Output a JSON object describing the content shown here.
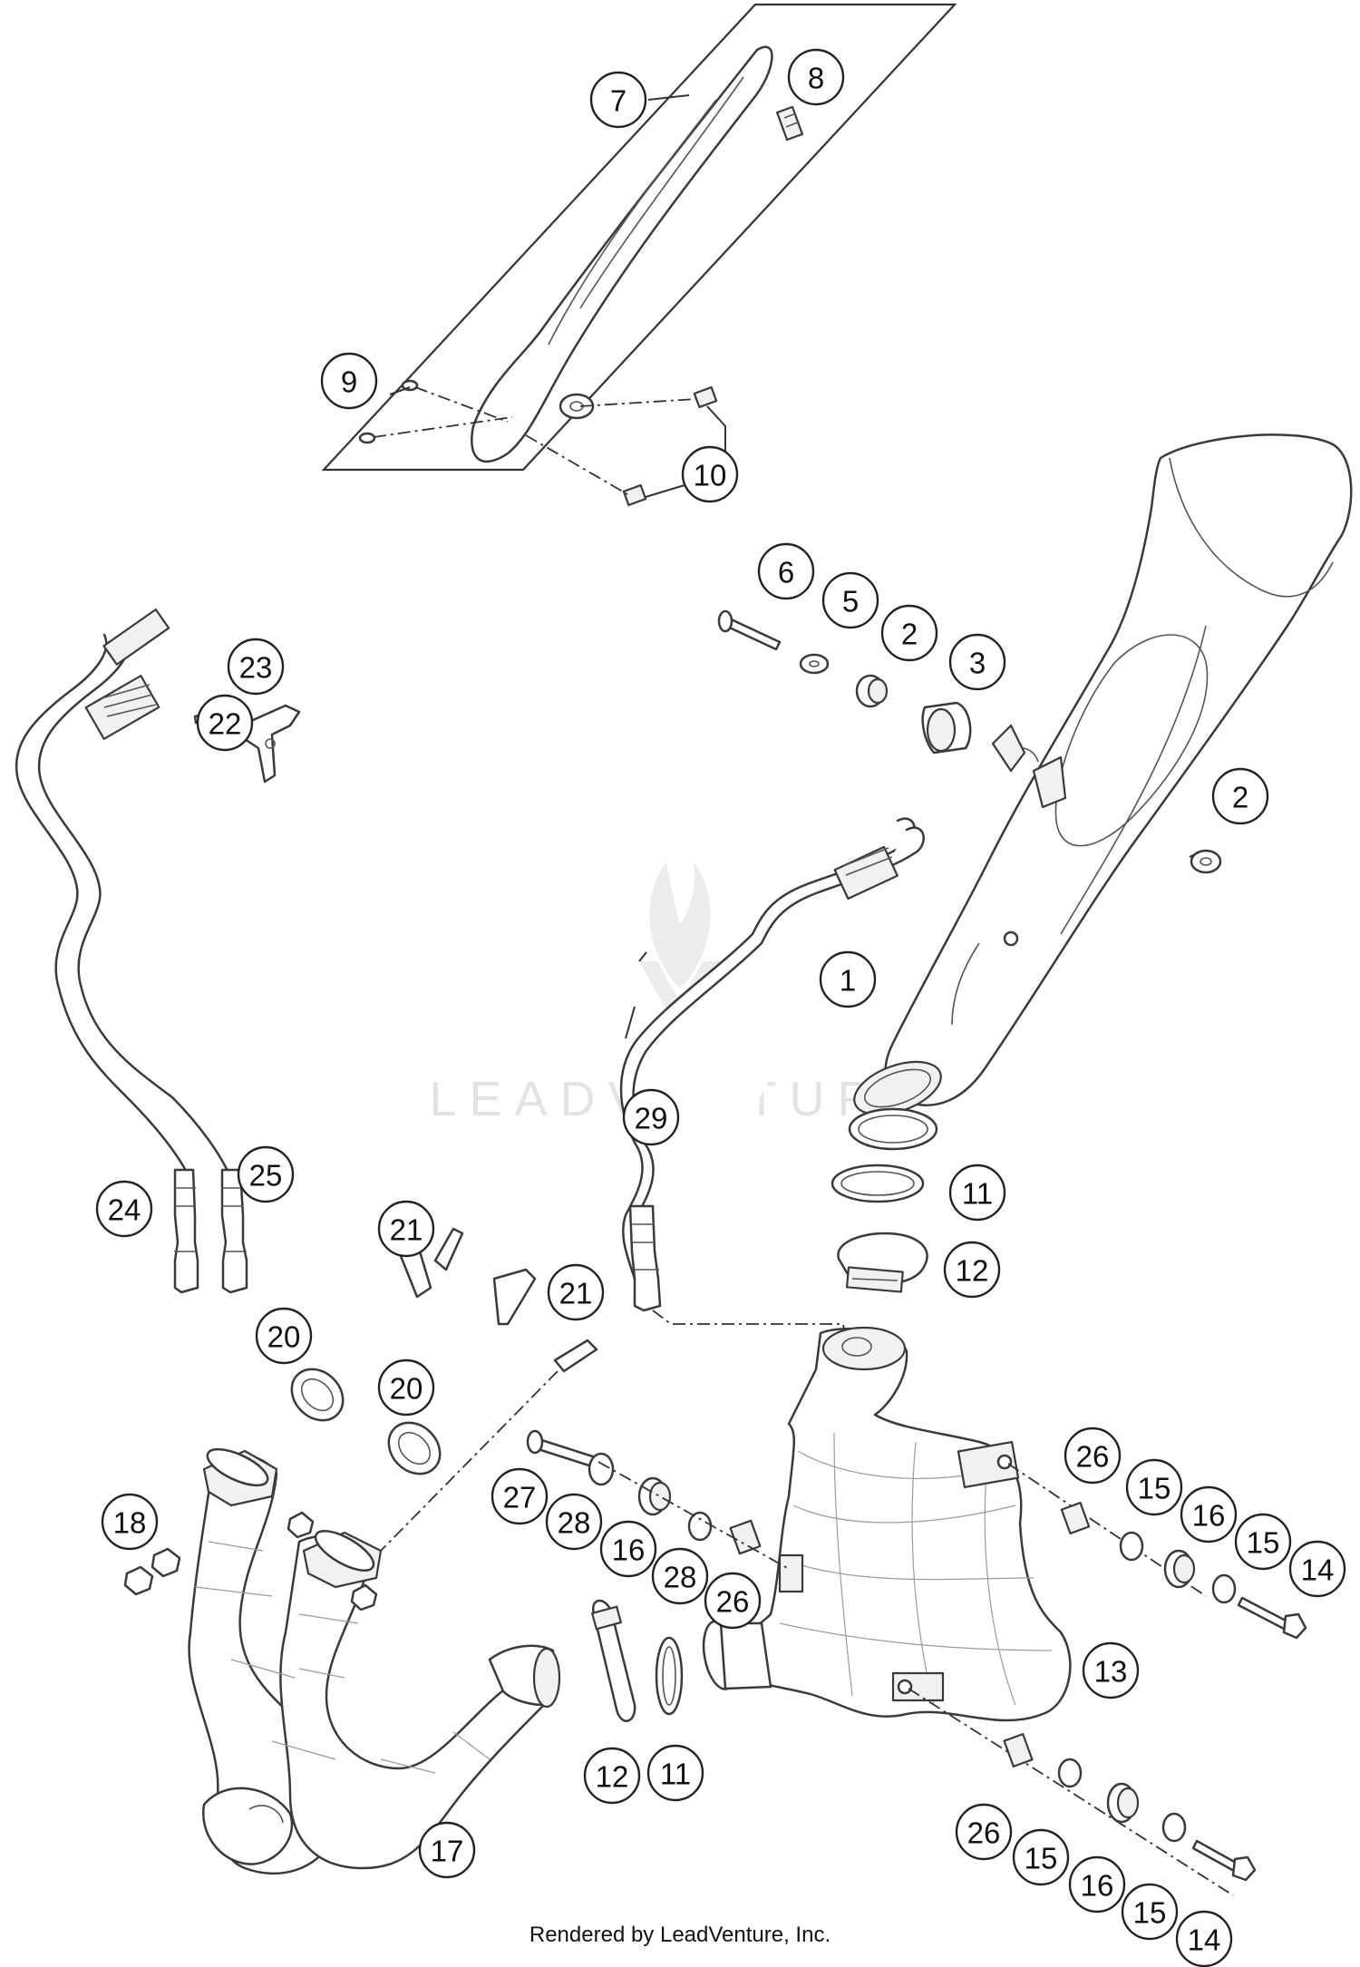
{
  "callouts": [
    {
      "id": "c7",
      "label": "7"
    },
    {
      "id": "c8",
      "label": "8"
    },
    {
      "id": "c9",
      "label": "9"
    },
    {
      "id": "c10",
      "label": "10"
    },
    {
      "id": "c6",
      "label": "6"
    },
    {
      "id": "c5",
      "label": "5"
    },
    {
      "id": "c2a",
      "label": "2"
    },
    {
      "id": "c3",
      "label": "3"
    },
    {
      "id": "c2b",
      "label": "2"
    },
    {
      "id": "c23",
      "label": "23"
    },
    {
      "id": "c22",
      "label": "22"
    },
    {
      "id": "c1",
      "label": "1"
    },
    {
      "id": "c29",
      "label": "29"
    },
    {
      "id": "c11a",
      "label": "11"
    },
    {
      "id": "c12a",
      "label": "12"
    },
    {
      "id": "c24",
      "label": "24"
    },
    {
      "id": "c25",
      "label": "25"
    },
    {
      "id": "c21a",
      "label": "21"
    },
    {
      "id": "c21b",
      "label": "21"
    },
    {
      "id": "c20a",
      "label": "20"
    },
    {
      "id": "c20b",
      "label": "20"
    },
    {
      "id": "c26a",
      "label": "26"
    },
    {
      "id": "c15a",
      "label": "15"
    },
    {
      "id": "c16a",
      "label": "16"
    },
    {
      "id": "c15b",
      "label": "15"
    },
    {
      "id": "c14a",
      "label": "14"
    },
    {
      "id": "c27",
      "label": "27"
    },
    {
      "id": "c28a",
      "label": "28"
    },
    {
      "id": "c16b",
      "label": "16"
    },
    {
      "id": "c28b",
      "label": "28"
    },
    {
      "id": "c26b",
      "label": "26"
    },
    {
      "id": "c18",
      "label": "18"
    },
    {
      "id": "c13",
      "label": "13"
    },
    {
      "id": "c12b",
      "label": "12"
    },
    {
      "id": "c11b",
      "label": "11"
    },
    {
      "id": "c17",
      "label": "17"
    },
    {
      "id": "c26c",
      "label": "26"
    },
    {
      "id": "c15c",
      "label": "15"
    },
    {
      "id": "c16c",
      "label": "16"
    },
    {
      "id": "c15d",
      "label": "15"
    },
    {
      "id": "c14b",
      "label": "14"
    }
  ],
  "watermark": "LEADVENTURE",
  "footer": "Rendered by LeadVenture, Inc.",
  "colors": {
    "line": "#3a3a3a",
    "watermark": "#e3e3e3",
    "background": "#ffffff"
  }
}
